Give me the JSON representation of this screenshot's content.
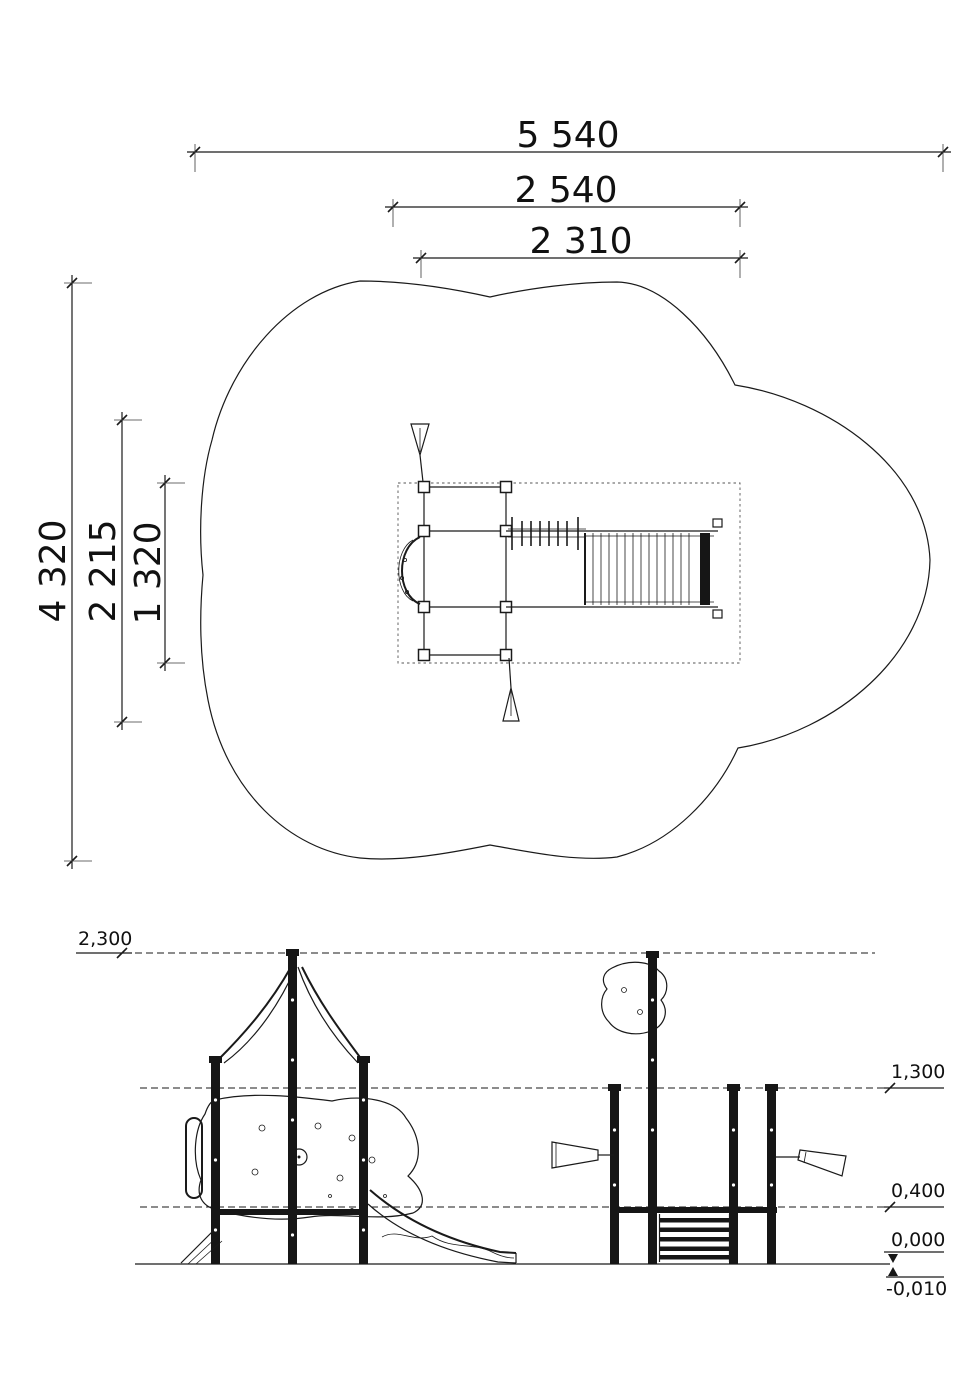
{
  "drawing": {
    "kind": "playground equipment dimension drawing",
    "plan": {
      "dims": {
        "width_total": "5 540",
        "width_outer": "2 540",
        "width_inner": "2 310",
        "height_total": "4 320",
        "height_outer": "2 215",
        "height_inner": "1 320"
      }
    },
    "elevation": {
      "levels": {
        "top": "2,300",
        "mid": "1,300",
        "low": "0,400",
        "ground": "0,000",
        "below": "-0,010"
      }
    },
    "colors": {
      "line": "#1a1a1a",
      "background": "#ffffff"
    }
  }
}
